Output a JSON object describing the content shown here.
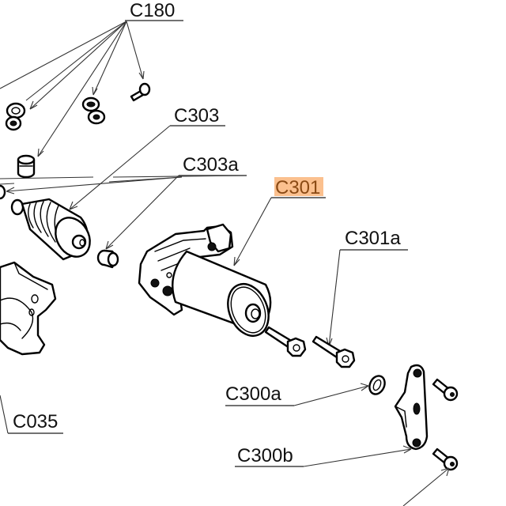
{
  "diagram": {
    "type": "exploded-parts-view",
    "highlighted_label": "C301",
    "highlight_color": "#fbc08e",
    "labels": [
      {
        "id": "C180",
        "text": "C180",
        "highlighted": false
      },
      {
        "id": "C303",
        "text": "C303",
        "highlighted": false
      },
      {
        "id": "C303a",
        "text": "C303a",
        "highlighted": false
      },
      {
        "id": "C301",
        "text": "C301",
        "highlighted": true
      },
      {
        "id": "C301a",
        "text": "C301a",
        "highlighted": false
      },
      {
        "id": "C300a",
        "text": "C300a",
        "highlighted": false
      },
      {
        "id": "C300b",
        "text": "C300b",
        "highlighted": false
      },
      {
        "id": "C035",
        "text": "C035",
        "highlighted": false
      }
    ],
    "parts": [
      {
        "name": "hose-clamp",
        "callout": "C180"
      },
      {
        "name": "small-bolt",
        "callout": "C180"
      },
      {
        "name": "clip",
        "callout": "C180"
      },
      {
        "name": "rubber-boot",
        "callout": "C303"
      },
      {
        "name": "bushing",
        "callout": "C303a"
      },
      {
        "name": "electric-motor",
        "callout": "C301"
      },
      {
        "name": "flange-bolt",
        "callout": "C301a"
      },
      {
        "name": "washer",
        "callout": "C300a"
      },
      {
        "name": "mounting-bracket",
        "callout": "C300b"
      },
      {
        "name": "housing",
        "callout": "C035"
      }
    ]
  }
}
